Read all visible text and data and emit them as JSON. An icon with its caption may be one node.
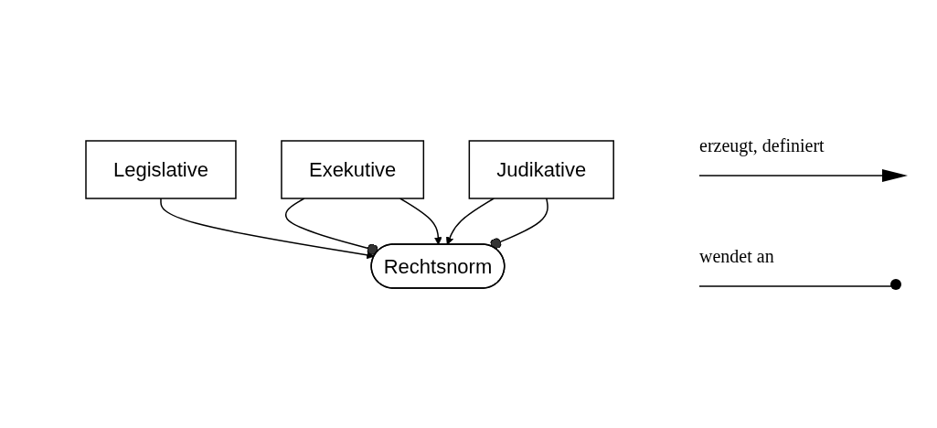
{
  "diagram": {
    "nodes": [
      {
        "text": [
          "Legislative"
        ]
      },
      {
        "text": [
          "Exekutive"
        ]
      },
      {
        "text": [
          "Rechtsnorm"
        ]
      },
      {
        "text": [
          "Judikative"
        ]
      }
    ],
    "edges": [
      {
        "from": 0,
        "to": 2,
        "arrow": "to"
      },
      {
        "from": 1,
        "to": 2,
        "arrow": "other"
      },
      {
        "from": 1,
        "to": 2,
        "arrow": "to"
      },
      {
        "from": 3,
        "to": 2,
        "arrow": "to"
      },
      {
        "from": 3,
        "to": 2,
        "arrow": "other"
      }
    ],
    "legend": [
      {
        "text": "erzeugt, definiert"
      },
      {
        "text": "wendet an"
      }
    ]
  }
}
